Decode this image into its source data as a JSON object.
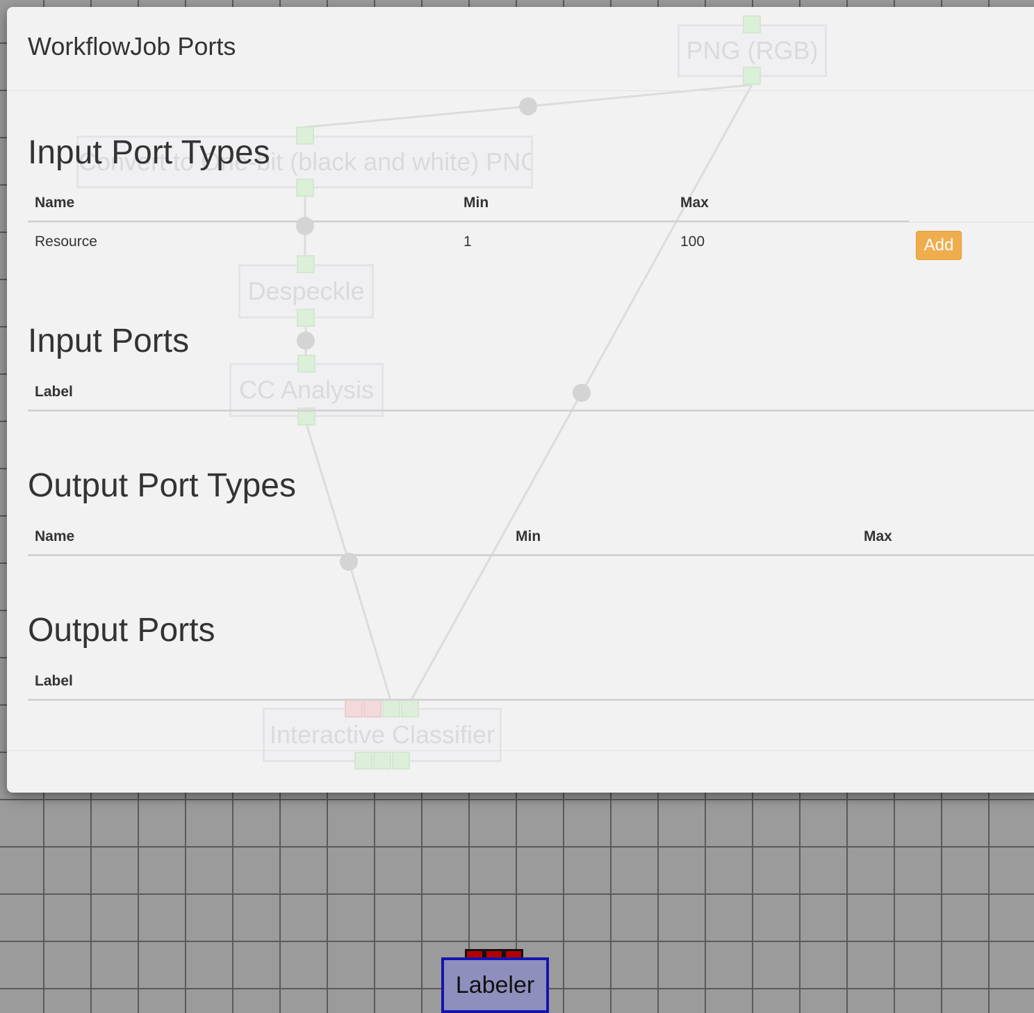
{
  "dialog": {
    "title": "WorkflowJob Ports",
    "input_port_types": {
      "heading": "Input Port Types",
      "columns": {
        "name": "Name",
        "min": "Min",
        "max": "Max"
      },
      "rows": [
        {
          "name": "Resource",
          "min": "1",
          "max": "100",
          "action_label": "Add"
        }
      ]
    },
    "input_ports": {
      "heading": "Input Ports",
      "columns": {
        "label": "Label"
      }
    },
    "output_port_types": {
      "heading": "Output Port Types",
      "columns": {
        "name": "Name",
        "min": "Min",
        "max": "Max"
      }
    },
    "output_ports": {
      "heading": "Output Ports",
      "columns": {
        "label": "Label"
      }
    }
  },
  "background_workflow": {
    "nodes": [
      "PNG (RGB)",
      "Convert to One-bit (black and white) PNG",
      "Despeckle",
      "CC Analysis",
      "Interactive Classifier"
    ],
    "active_node": "Labeler"
  },
  "colors": {
    "add_button": "#f0ad4e",
    "labeler_fill": "#8f8fbd",
    "labeler_border": "#1414b0",
    "labeler_port": "#b30000",
    "canvas": "#9b9b9b"
  }
}
